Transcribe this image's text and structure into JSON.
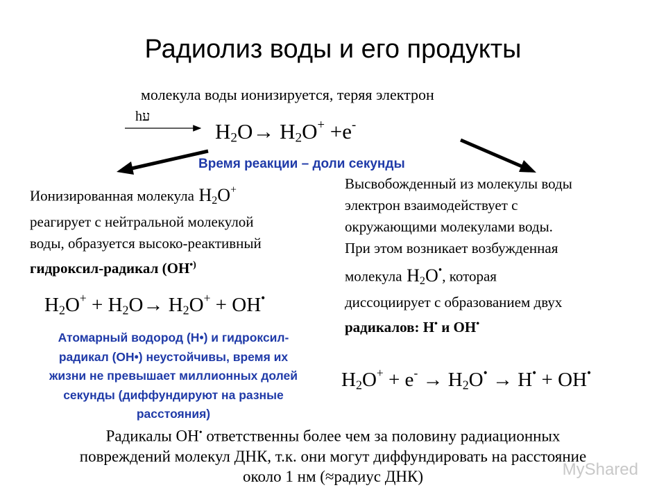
{
  "title": "Радиолиз воды и его продукты",
  "subtitle": "молекула воды ионизируется, теряя электрон",
  "hv_label": "hע",
  "reaction_main": {
    "h2o_1": "H",
    "sub1": "2",
    "o1": "O",
    "arrow": "→",
    "h2o_2": "H",
    "sub2": "2",
    "o2": "O",
    "sup_plus": "+",
    "plus_e": " +e",
    "sup_minus": "-"
  },
  "time_label": "Время реакции – доли секунды",
  "left_block": {
    "line1": "Ионизированная молекула",
    "mol": {
      "h": "H",
      "sub": "2",
      "o": "O",
      "sup": "+"
    },
    "line2": "реагирует с нейтральной молекулой",
    "line3": "воды, образуется высоко-реактивный",
    "line4": "гидроксил-радикал (ОН",
    "line4_sup": "•)"
  },
  "right_block": {
    "line1": "Высвобожденный из молекулы воды",
    "line2": "электрон взаимодействует с",
    "line3": "окружающими молекулами воды.",
    "line4": "При этом возникает возбужденная",
    "line5_pre": "молекула",
    "mol": {
      "h": "H",
      "sub": "2",
      "o": "O",
      "sup": "•"
    },
    "line5_post": ", которая",
    "line6": "диссоциирует с образованием двух",
    "line7_pre": "радикалов: Н",
    "line7_dot1": "•",
    "line7_mid": " и  ОН",
    "line7_dot2": "•"
  },
  "reaction_left": {
    "a": "H",
    "a_sub": "2",
    "a_o": "O",
    "a_sup": "+",
    "plus": " + ",
    "b": "H",
    "b_sub": "2",
    "b_o": "O",
    "arrow": "→",
    "c": " H",
    "c_sub": "2",
    "c_o": "O",
    "c_sup": "+",
    "d": " + OH",
    "d_sup": "•"
  },
  "radical_note": {
    "line1": "Атомарный водород (Н•) и гидроксил-",
    "line2": "радикал (ОН•) неустойчивы, время их",
    "line3": "жизни не превышает миллионных долей",
    "line4": "секунды (диффундируют  на разные",
    "line5": "расстояния)"
  },
  "reaction_right": {
    "a": "H",
    "a_sub": "2",
    "a_o": "O",
    "a_sup": "+",
    "plus_e": " + e",
    "e_sup": "-",
    "arrow1": " → ",
    "b": "H",
    "b_sub": "2",
    "b_o": "O",
    "b_sup": "•",
    "arrow2": " → ",
    "c": "H",
    "c_sup": "•",
    "d": " + OH",
    "d_sup": "•"
  },
  "bottom": {
    "line1_pre": "Радикалы ОН",
    "line1_dot": "•",
    "line1_post": " ответственны более чем за половину радиационных",
    "line2": "повреждений молекул ДНК, т.к. они могут диффундировать на расстояние",
    "line3": "около 1 нм (≈радиус ДНК)"
  },
  "watermark": "MyShared",
  "colors": {
    "blue": "#1f3aa8",
    "text": "#000000"
  }
}
